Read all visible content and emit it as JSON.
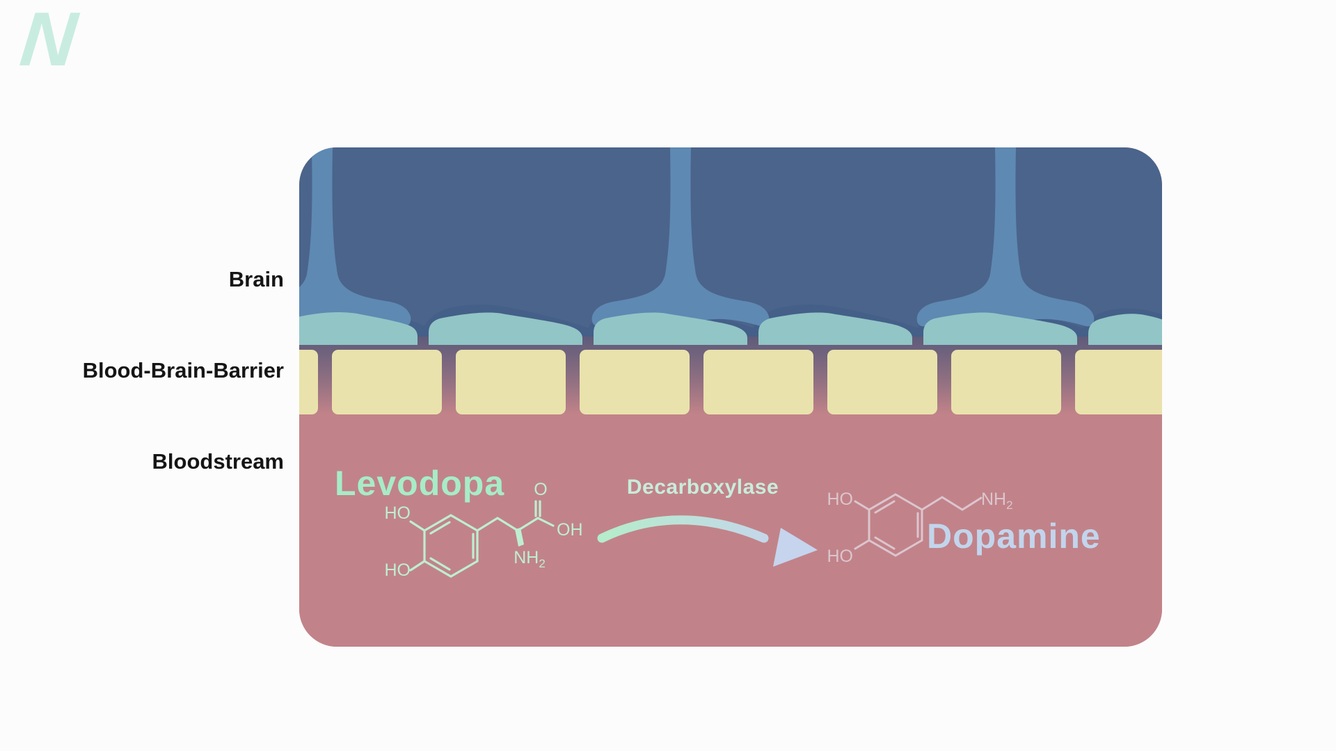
{
  "brand": {
    "letter": "N"
  },
  "layer_labels": {
    "brain": "Brain",
    "barrier": "Blood-Brain-Barrier",
    "bloodstream": "Bloodstream"
  },
  "reaction": {
    "substrate_name": "Levodopa",
    "enzyme_name": "Decarboxylase",
    "product_name": "Dopamine",
    "levodopa_atoms": {
      "ho_top": "HO",
      "ho_bottom": "HO",
      "carbonyl_o": "O",
      "hydroxyl": "OH",
      "amine_base": "NH",
      "amine_sub": "2"
    },
    "dopamine_atoms": {
      "ho_top": "HO",
      "ho_bottom": "HO",
      "amine_base": "NH",
      "amine_sub": "2"
    }
  },
  "colors": {
    "page_bg": "#fcfcfc",
    "logo_mint": "#c9ece1",
    "label_black": "#151515",
    "brain_blue": "#4b648b",
    "astro_shadow_blue": "#445f88",
    "astrocyte_blue": "#5e89b2",
    "endfoot_teal": "#92c5c6",
    "junction_purple": "#5d5b7a",
    "junction_mid": "#8f6f81",
    "barrier_yellow": "#e9e2ac",
    "blood_pink": "#c18389",
    "mint_text": "#a7ecc7",
    "enzyme_text": "#c9ecdc",
    "dopamine_text": "#c2d5ec",
    "structure_mint": "#bfeed2",
    "structure_pink": "#dcc5cf",
    "arrow_start": "#b5ecca",
    "arrow_end": "#c6d4ee"
  }
}
